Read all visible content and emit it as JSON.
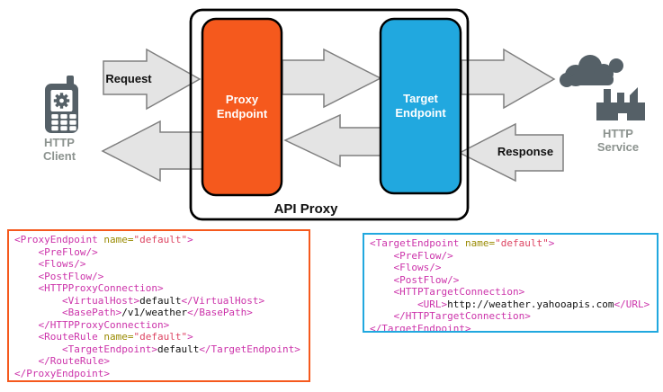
{
  "labels": {
    "request": "Request",
    "response": "Response",
    "proxy_endpoint": "Proxy\nEndpoint",
    "target_endpoint": "Target\nEndpoint",
    "api_proxy": "API Proxy",
    "http_client": "HTTP\nClient",
    "http_service": "HTTP\nService"
  },
  "colors": {
    "orange": "#F5591D",
    "blue": "#21A8DF",
    "arrow_fill": "#E4E4E4",
    "arrow_stroke": "#7F7F7F",
    "icon_gray": "#556067",
    "label_gray": "#8C938F",
    "code_tag": "#CC33AA",
    "code_attr": "#998A00",
    "code_string": "#DD4462",
    "code_plain": "#111111"
  },
  "code_blocks": [
    {
      "name": "proxy-endpoint-xml",
      "lines": [
        [
          {
            "c": "tag",
            "t": "<ProxyEndpoint"
          },
          {
            "c": "pln",
            "t": " "
          },
          {
            "c": "atn",
            "t": "name="
          },
          {
            "c": "atv",
            "t": "\"default\""
          },
          {
            "c": "tag",
            "t": ">"
          }
        ],
        [
          {
            "c": "pln",
            "t": "    "
          },
          {
            "c": "tag",
            "t": "<PreFlow/>"
          }
        ],
        [
          {
            "c": "pln",
            "t": "    "
          },
          {
            "c": "tag",
            "t": "<Flows/>"
          }
        ],
        [
          {
            "c": "pln",
            "t": "    "
          },
          {
            "c": "tag",
            "t": "<PostFlow/>"
          }
        ],
        [
          {
            "c": "pln",
            "t": "    "
          },
          {
            "c": "tag",
            "t": "<HTTPProxyConnection>"
          }
        ],
        [
          {
            "c": "pln",
            "t": "        "
          },
          {
            "c": "tag",
            "t": "<VirtualHost>"
          },
          {
            "c": "pln",
            "t": "default"
          },
          {
            "c": "tag",
            "t": "</VirtualHost>"
          }
        ],
        [
          {
            "c": "pln",
            "t": "        "
          },
          {
            "c": "tag",
            "t": "<BasePath>"
          },
          {
            "c": "pln",
            "t": "/v1/weather"
          },
          {
            "c": "tag",
            "t": "</BasePath>"
          }
        ],
        [
          {
            "c": "pln",
            "t": "    "
          },
          {
            "c": "tag",
            "t": "</HTTPProxyConnection>"
          }
        ],
        [
          {
            "c": "pln",
            "t": "    "
          },
          {
            "c": "tag",
            "t": "<RouteRule"
          },
          {
            "c": "pln",
            "t": " "
          },
          {
            "c": "atn",
            "t": "name="
          },
          {
            "c": "atv",
            "t": "\"default\""
          },
          {
            "c": "tag",
            "t": ">"
          }
        ],
        [
          {
            "c": "pln",
            "t": "        "
          },
          {
            "c": "tag",
            "t": "<TargetEndpoint>"
          },
          {
            "c": "pln",
            "t": "default"
          },
          {
            "c": "tag",
            "t": "</TargetEndpoint>"
          }
        ],
        [
          {
            "c": "pln",
            "t": "    "
          },
          {
            "c": "tag",
            "t": "</RouteRule>"
          }
        ],
        [
          {
            "c": "tag",
            "t": "</ProxyEndpoint>"
          }
        ]
      ]
    },
    {
      "name": "target-endpoint-xml",
      "lines": [
        [
          {
            "c": "tag",
            "t": "<TargetEndpoint"
          },
          {
            "c": "pln",
            "t": " "
          },
          {
            "c": "atn",
            "t": "name="
          },
          {
            "c": "atv",
            "t": "\"default\""
          },
          {
            "c": "tag",
            "t": ">"
          }
        ],
        [
          {
            "c": "pln",
            "t": "    "
          },
          {
            "c": "tag",
            "t": "<PreFlow/>"
          }
        ],
        [
          {
            "c": "pln",
            "t": "    "
          },
          {
            "c": "tag",
            "t": "<Flows/>"
          }
        ],
        [
          {
            "c": "pln",
            "t": "    "
          },
          {
            "c": "tag",
            "t": "<PostFlow/>"
          }
        ],
        [
          {
            "c": "pln",
            "t": "    "
          },
          {
            "c": "tag",
            "t": "<HTTPTargetConnection>"
          }
        ],
        [
          {
            "c": "pln",
            "t": "        "
          },
          {
            "c": "tag",
            "t": "<URL>"
          },
          {
            "c": "pln",
            "t": "http://weather.yahooapis.com"
          },
          {
            "c": "tag",
            "t": "</URL>"
          }
        ],
        [
          {
            "c": "pln",
            "t": "    "
          },
          {
            "c": "tag",
            "t": "</HTTPTargetConnection>"
          }
        ],
        [
          {
            "c": "tag",
            "t": "</TargetEndpoint>"
          }
        ]
      ]
    }
  ]
}
